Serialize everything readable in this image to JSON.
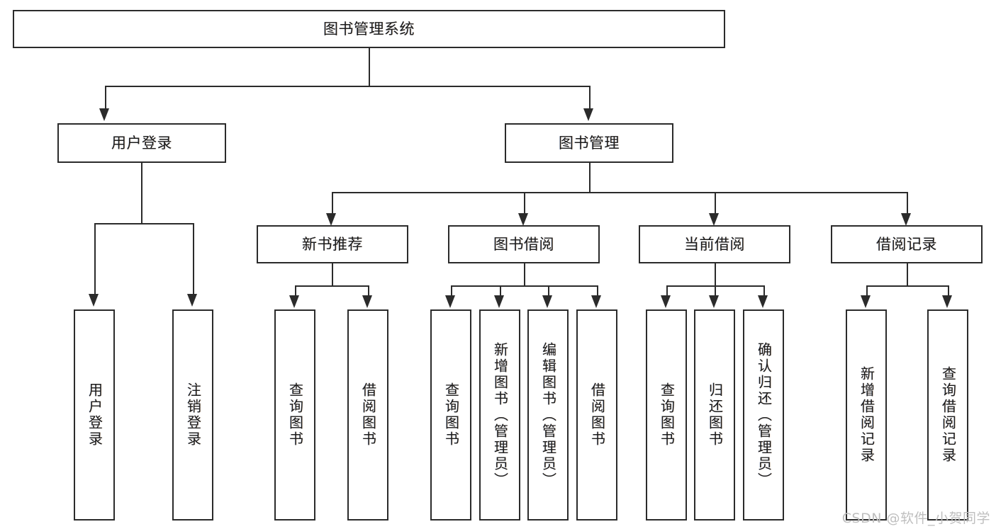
{
  "diagram": {
    "title": "图书管理系统",
    "type": "tree",
    "background_color": "#ffffff",
    "line_color": "#2b2b2b",
    "text_color": "#1c1c1c"
  },
  "root": {
    "label": "图书管理系统"
  },
  "level2": [
    {
      "label": "用户登录"
    },
    {
      "label": "图书管理"
    }
  ],
  "level3": [
    {
      "label": "新书推荐"
    },
    {
      "label": "图书借阅"
    },
    {
      "label": "当前借阅"
    },
    {
      "label": "借阅记录"
    }
  ],
  "leaves": {
    "user_login": [
      {
        "label": "用户登录"
      },
      {
        "label": "注销登录"
      }
    ],
    "new_book_recommend": [
      {
        "label": "查询图书"
      },
      {
        "label": "借阅图书"
      }
    ],
    "book_borrow": [
      {
        "label": "查询图书"
      },
      {
        "label": "新增图书（管理员）"
      },
      {
        "label": "编辑图书（管理员）"
      },
      {
        "label": "借阅图书"
      }
    ],
    "current_borrow": [
      {
        "label": "查询图书"
      },
      {
        "label": "归还图书"
      },
      {
        "label": "确认归还（管理员）"
      }
    ],
    "borrow_record": [
      {
        "label": "新增借阅记录"
      },
      {
        "label": "查询借阅记录"
      }
    ]
  },
  "watermark": {
    "text": "CSDN @软件_小贺同学"
  }
}
